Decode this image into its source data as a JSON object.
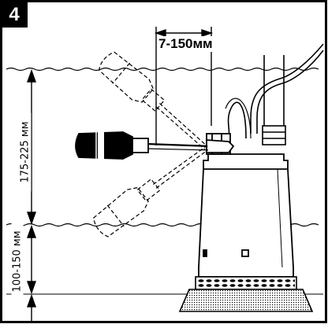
{
  "figure": {
    "step_number": "4",
    "dim_offset_label": "7-150мм",
    "dim_upper_label": "175-225 мм",
    "dim_lower_label": "100-150 мм"
  }
}
